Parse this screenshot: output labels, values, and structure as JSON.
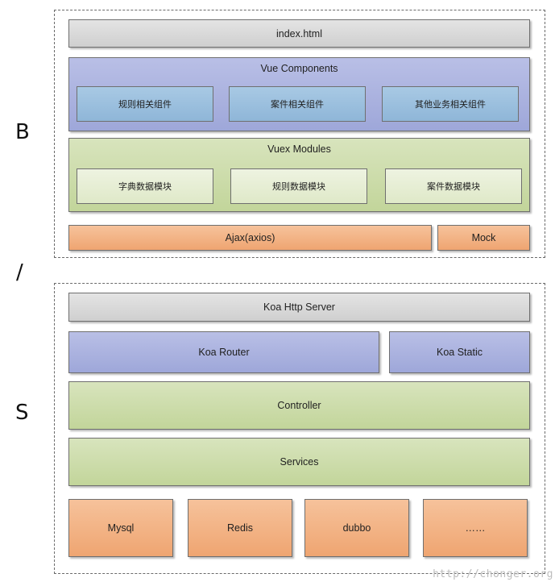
{
  "side_labels": {
    "browser": "B",
    "separator": "/",
    "server": "S"
  },
  "browser": {
    "index": "index.html",
    "vue_components": {
      "title": "Vue Components",
      "items": [
        "规则相关组件",
        "案件相关组件",
        "其他业务相关组件"
      ]
    },
    "vuex_modules": {
      "title": "Vuex Modules",
      "items": [
        "字典数据模块",
        "规则数据模块",
        "案件数据模块"
      ]
    },
    "ajax": "Ajax(axios)",
    "mock": "Mock"
  },
  "server": {
    "http_server": "Koa Http Server",
    "router": "Koa Router",
    "static": "Koa Static",
    "controller": "Controller",
    "services": "Services",
    "storage": [
      "Mysql",
      "Redis",
      "dubbo",
      "……"
    ]
  },
  "watermark": "http://chonger.org"
}
